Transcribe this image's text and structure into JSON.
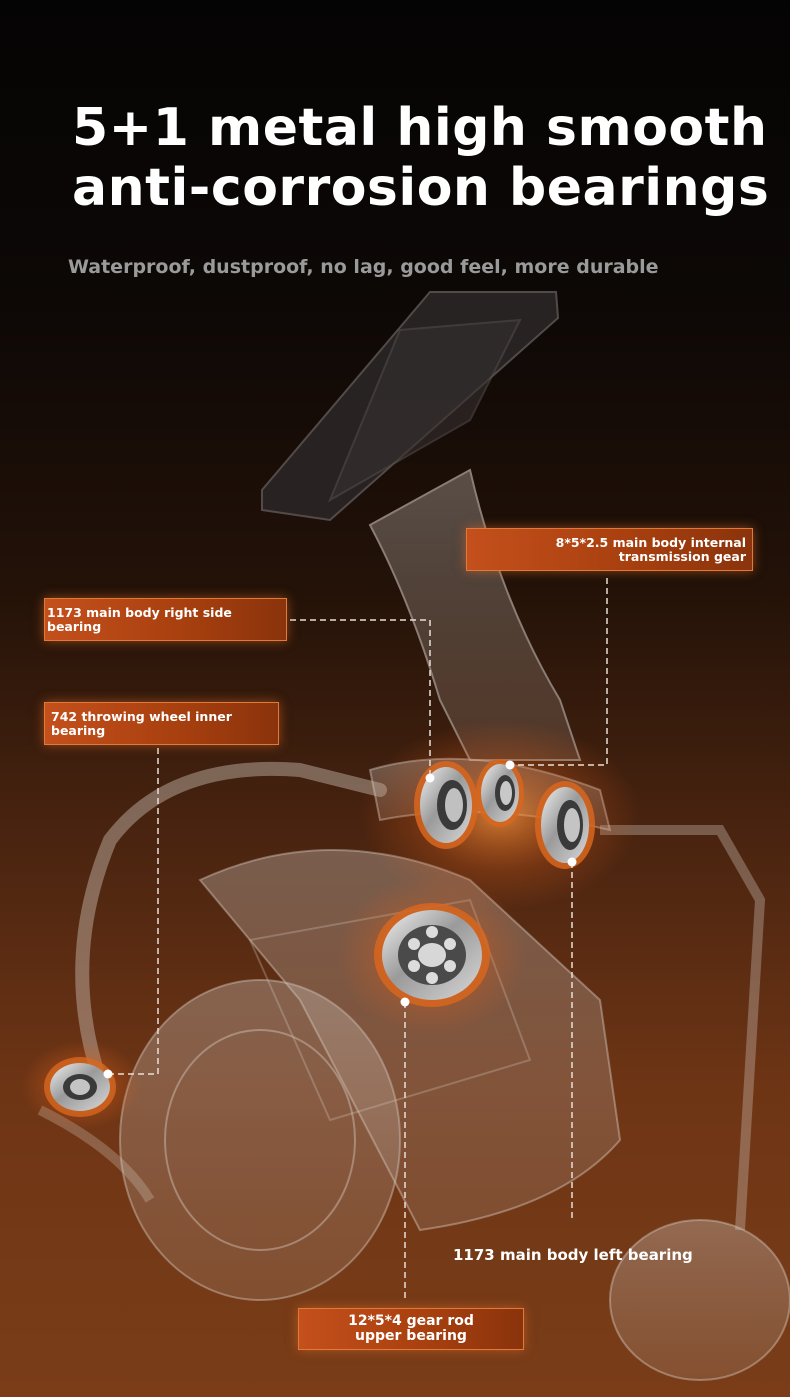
{
  "headline": {
    "line1": "5+1 metal high smooth",
    "line2": "anti-corrosion bearings"
  },
  "subheadline": "Waterproof, dustproof, no lag, good feel, more durable",
  "callouts": {
    "transmission_gear": "8*5*2.5 main body internal transmission gear",
    "right_side_bearing": "1173 main body right side bearing",
    "throwing_wheel_bearing": "742 throwing wheel inner bearing",
    "left_bearing": "1173 main body left bearing",
    "gear_rod_bearing": "12*5*4 gear rod upper bearing"
  },
  "colors": {
    "accent": "#c4501c",
    "background_top": "#050404",
    "background_bottom": "#7a3d18",
    "leader_line": "#e8e0d8"
  }
}
